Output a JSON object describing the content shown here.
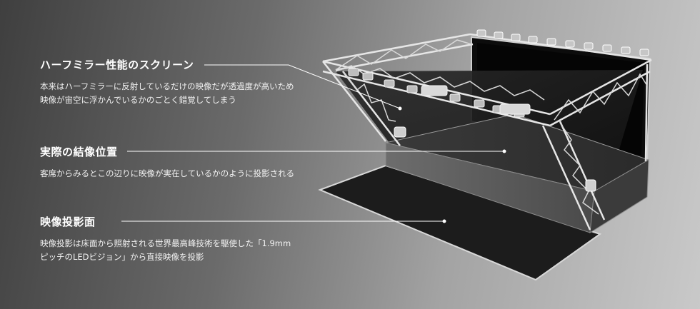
{
  "sections": [
    {
      "title": "ハーフミラー性能のスクリーン",
      "description": "本来はハーフミラーに反射しているだけの映像だが透過度が高いため映像が宙空に浮かんでいるかのごとく錯覚してしまう"
    },
    {
      "title": "実際の結像位置",
      "description": "客席からみるとこの辺りに映像が実在しているかのように投影される"
    },
    {
      "title": "映像投影面",
      "description": "映像投影は床面から照射される世界最高峰技術を駆使した「1.9mmピッチのLEDビジョン」から直接映像を投影"
    }
  ],
  "colors": {
    "background_dark": "#3f3f3f",
    "background_light": "#c9c9c9",
    "text": "#ffffff",
    "leader_line": "#ffffff",
    "truss": "#e6e6e6",
    "floor": "#1c1c1c"
  },
  "icons": [
    "stage-light-icon",
    "projector-icon"
  ]
}
